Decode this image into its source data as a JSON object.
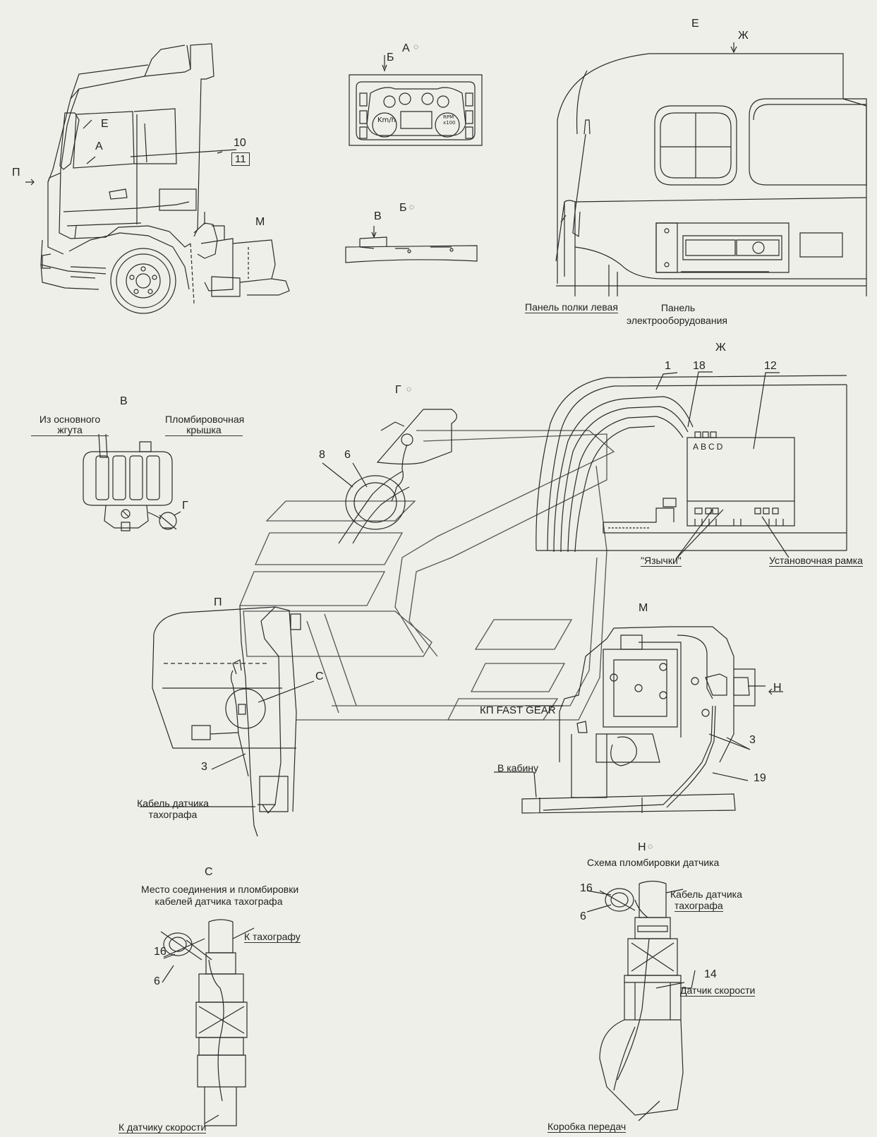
{
  "views": {
    "view_e_title": "Е",
    "view_zh_arrow": "Ж",
    "view_b_marker": "Б",
    "view_a_title": "А",
    "view_b_title": "Б",
    "view_v_marker": "В",
    "view_v_title": "В",
    "view_zh_title": "Ж",
    "view_g_title": "Г",
    "view_g_marker": "Г",
    "view_p_title": "П",
    "view_p_arrow": "П",
    "view_m_title": "М",
    "view_m_arrow": "М",
    "view_n_arrow": "Н",
    "view_n_title": "Н",
    "view_c_title": "С",
    "view_c_marker": "С",
    "view_e_marker": "Е",
    "view_a_marker": "А"
  },
  "callouts": {
    "c10": "10",
    "c11": "11",
    "c1": "1",
    "c18": "18",
    "c12": "12",
    "c8": "8",
    "c6_g": "6",
    "c3_p": "3",
    "c3_m": "3",
    "c19": "19",
    "c16_n": "16",
    "c6_n": "6",
    "c14": "14",
    "c16_c": "16",
    "c6_c": "6"
  },
  "labels": {
    "shelf_panel_left": "Панель полки левая",
    "electro_panel_line1": "Панель",
    "electro_panel_line2": "электрооборудования",
    "from_main_harness_1": "Из основного",
    "from_main_harness_2": "жгута",
    "seal_cover_1": "Пломбировочная",
    "seal_cover_2": "крышка",
    "tachograph_letters": "ABCD",
    "tongues": "\"Язычки\"",
    "mounting_frame": "Установочная рамка",
    "gearbox_fast_gear": "КП FAST GEAR",
    "to_cabin": "В кабину",
    "tacho_sensor_cable_1": "Кабель датчика",
    "tacho_sensor_cable_2": "тахографа",
    "sensor_seal_scheme": "Схема пломбировки датчика",
    "tacho_cable_n_1": "Кабель датчика",
    "tacho_cable_n_2": "тахографа",
    "speed_sensor": "Датчик скорости",
    "gearbox": "Коробка передач",
    "junction_title_1": "Место соединения и пломбировки",
    "junction_title_2": "кабелей датчика тахографа",
    "to_tachograph": "К тахографу",
    "to_speed_sensor": "К датчику скорости"
  },
  "colors": {
    "background": "#efefe9",
    "line": "#2a2a2a",
    "ghost_line": "#555555"
  }
}
